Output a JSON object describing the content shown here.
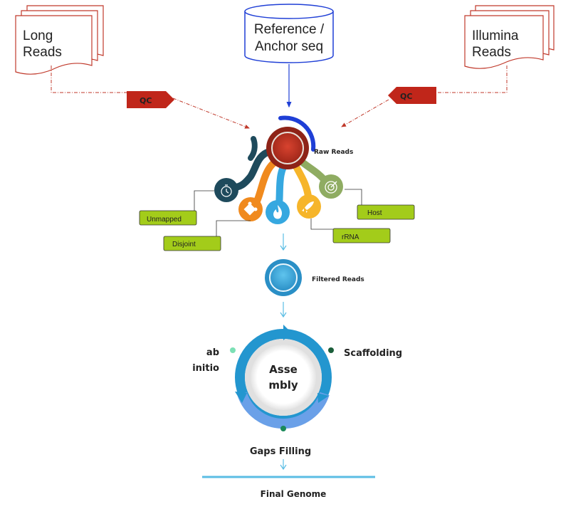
{
  "sources": {
    "long_reads": [
      "Long",
      "Reads"
    ],
    "reference": [
      "Reference /",
      "Anchor seq"
    ],
    "illumina": [
      "Illumina",
      "Reads"
    ]
  },
  "qc": {
    "left": "QC",
    "right": "QC"
  },
  "raw_reads": "Raw  Reads",
  "filters": {
    "unmapped": "Unmapped",
    "disjoint": "Disjoint",
    "host": "Host",
    "rrna": "rRNA"
  },
  "filtered_reads": "Filtered Reads",
  "assembly": {
    "center": [
      "Asse",
      "mbly"
    ],
    "ab_initio": [
      "ab",
      "initio"
    ],
    "scaffolding": "Scaffolding",
    "gaps_filling": "Gaps Filling"
  },
  "final_genome": "Final Genome",
  "colors": {
    "doc_stroke": "#c0392b",
    "qc_fill": "#c0261a",
    "dashed_arrow": "#c0392b",
    "reference_stroke": "#1f3fd6",
    "raw_reads_core": "#c0392b",
    "filter_label_fill": "#a3cc1a",
    "teal_icon": "#1e4a5c",
    "orange_icon": "#f08a1e",
    "blue_icon": "#36a8e0",
    "yellow_icon": "#f6b52a",
    "green_icon": "#8fac62",
    "filtered_circle": "#36a8e0",
    "assembly_ring": "#2396cf",
    "assembly_ring_lower": "#6aa0e8",
    "final_line": "#5bbde4"
  },
  "icons": [
    "stopwatch-icon",
    "puzzle-icon",
    "flame-icon",
    "rocket-icon",
    "target-icon"
  ]
}
